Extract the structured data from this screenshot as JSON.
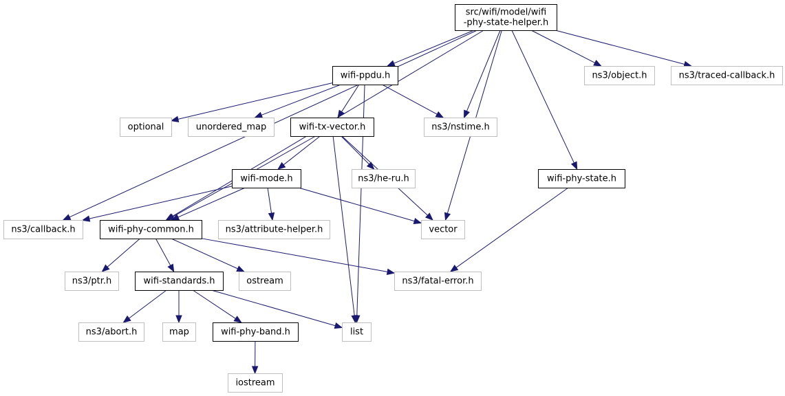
{
  "colors": {
    "edge": "#191970",
    "root_fill": "#bfbfbf",
    "documented_border": "#000000",
    "external_border": "#bfbfbf",
    "external_text": "#000000"
  },
  "nodes": [
    {
      "id": "root",
      "lines": [
        "src/wifi/model/wifi",
        "-phy-state-helper.h"
      ],
      "kind": "root"
    },
    {
      "id": "wifi-ppdu",
      "lines": [
        "wifi-ppdu.h"
      ],
      "kind": "documented"
    },
    {
      "id": "ns3-object",
      "lines": [
        "ns3/object.h"
      ],
      "kind": "external"
    },
    {
      "id": "ns3-traced-callback",
      "lines": [
        "ns3/traced-callback.h"
      ],
      "kind": "external"
    },
    {
      "id": "optional",
      "lines": [
        "optional"
      ],
      "kind": "external"
    },
    {
      "id": "unordered-map",
      "lines": [
        "unordered_map"
      ],
      "kind": "external"
    },
    {
      "id": "wifi-tx-vector",
      "lines": [
        "wifi-tx-vector.h"
      ],
      "kind": "documented"
    },
    {
      "id": "ns3-nstime",
      "lines": [
        "ns3/nstime.h"
      ],
      "kind": "external"
    },
    {
      "id": "wifi-mode",
      "lines": [
        "wifi-mode.h"
      ],
      "kind": "documented"
    },
    {
      "id": "ns3-he-ru",
      "lines": [
        "ns3/he-ru.h"
      ],
      "kind": "external"
    },
    {
      "id": "wifi-phy-state",
      "lines": [
        "wifi-phy-state.h"
      ],
      "kind": "documented"
    },
    {
      "id": "ns3-callback",
      "lines": [
        "ns3/callback.h"
      ],
      "kind": "external"
    },
    {
      "id": "wifi-phy-common",
      "lines": [
        "wifi-phy-common.h"
      ],
      "kind": "documented"
    },
    {
      "id": "ns3-attribute-helper",
      "lines": [
        "ns3/attribute-helper.h"
      ],
      "kind": "external"
    },
    {
      "id": "vector",
      "lines": [
        "vector"
      ],
      "kind": "external"
    },
    {
      "id": "ns3-ptr",
      "lines": [
        "ns3/ptr.h"
      ],
      "kind": "external"
    },
    {
      "id": "wifi-standards",
      "lines": [
        "wifi-standards.h"
      ],
      "kind": "documented"
    },
    {
      "id": "ostream",
      "lines": [
        "ostream"
      ],
      "kind": "external"
    },
    {
      "id": "ns3-fatal-error",
      "lines": [
        "ns3/fatal-error.h"
      ],
      "kind": "external"
    },
    {
      "id": "ns3-abort",
      "lines": [
        "ns3/abort.h"
      ],
      "kind": "external"
    },
    {
      "id": "map",
      "lines": [
        "map"
      ],
      "kind": "external"
    },
    {
      "id": "wifi-phy-band",
      "lines": [
        "wifi-phy-band.h"
      ],
      "kind": "documented"
    },
    {
      "id": "list",
      "lines": [
        "list"
      ],
      "kind": "external"
    },
    {
      "id": "iostream",
      "lines": [
        "iostream"
      ],
      "kind": "external"
    }
  ],
  "edges": [
    [
      "root",
      "wifi-ppdu"
    ],
    [
      "root",
      "ns3-object"
    ],
    [
      "root",
      "ns3-traced-callback"
    ],
    [
      "root",
      "ns3-nstime"
    ],
    [
      "root",
      "vector"
    ],
    [
      "root",
      "wifi-phy-state"
    ],
    [
      "root",
      "ns3-callback"
    ],
    [
      "root",
      "wifi-phy-common"
    ],
    [
      "wifi-ppdu",
      "optional"
    ],
    [
      "wifi-ppdu",
      "unordered-map"
    ],
    [
      "wifi-ppdu",
      "wifi-tx-vector"
    ],
    [
      "wifi-ppdu",
      "ns3-nstime"
    ],
    [
      "wifi-ppdu",
      "list"
    ],
    [
      "wifi-tx-vector",
      "wifi-mode"
    ],
    [
      "wifi-tx-vector",
      "ns3-he-ru"
    ],
    [
      "wifi-tx-vector",
      "vector"
    ],
    [
      "wifi-tx-vector",
      "wifi-phy-common"
    ],
    [
      "wifi-tx-vector",
      "list"
    ],
    [
      "wifi-mode",
      "ns3-callback"
    ],
    [
      "wifi-mode",
      "wifi-phy-common"
    ],
    [
      "wifi-mode",
      "ns3-attribute-helper"
    ],
    [
      "wifi-mode",
      "vector"
    ],
    [
      "wifi-phy-state",
      "ns3-fatal-error"
    ],
    [
      "wifi-phy-common",
      "ns3-ptr"
    ],
    [
      "wifi-phy-common",
      "wifi-standards"
    ],
    [
      "wifi-phy-common",
      "ostream"
    ],
    [
      "wifi-phy-common",
      "ns3-fatal-error"
    ],
    [
      "wifi-standards",
      "ns3-abort"
    ],
    [
      "wifi-standards",
      "map"
    ],
    [
      "wifi-standards",
      "wifi-phy-band"
    ],
    [
      "wifi-standards",
      "list"
    ],
    [
      "wifi-phy-band",
      "iostream"
    ]
  ]
}
